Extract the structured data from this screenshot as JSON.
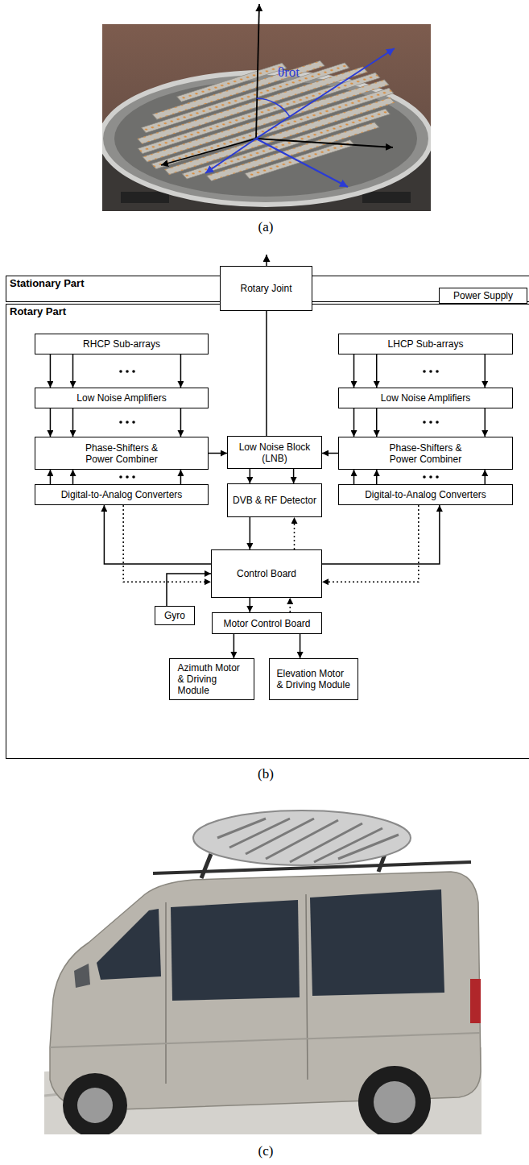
{
  "diagram": {
    "nodes": [
      {
        "text": [
          "Stationary Part"
        ]
      },
      {
        "text": [
          "Rotary Joint"
        ]
      },
      {
        "text": [
          "Power Supply"
        ],
        "in": 0
      },
      {
        "text": [
          "Rotary Part"
        ]
      },
      {
        "text": [
          "RHCP Sub-arrays"
        ],
        "in": 3
      },
      {
        "text": [
          "LHCP Sub-arrays"
        ],
        "in": 3
      },
      {
        "text": [
          "Low Noise Amplifiers"
        ],
        "in": 3
      },
      {
        "text": [
          "Low Noise Amplifiers"
        ],
        "in": 3
      },
      {
        "text": [
          "Phase-Shifters & Power Combiner"
        ],
        "in": 3
      },
      {
        "text": [
          "Low Noise Block (LNB)"
        ],
        "in": 3
      },
      {
        "text": [
          "Phase-Shifters & Power Combiner"
        ],
        "in": 3
      },
      {
        "text": [
          "Digital-to-Analog Converters"
        ],
        "in": 3
      },
      {
        "text": [
          "DVB & RF Detector"
        ],
        "in": 3
      },
      {
        "text": [
          "Digital-to-Analog Converters"
        ],
        "in": 3
      },
      {
        "text": [
          "Control Board"
        ],
        "in": 3
      },
      {
        "text": [
          "Gyro"
        ],
        "in": 3
      },
      {
        "text": [
          "Motor Control Board"
        ],
        "in": 3
      },
      {
        "text": [
          "Azimuth Motor & Driving Module"
        ],
        "in": 3
      },
      {
        "text": [
          "Elevation Motor & Driving Module"
        ],
        "in": 3
      }
    ],
    "edges": [
      {
        "from": 4,
        "to": 6,
        "arrow": "to"
      },
      {
        "from": 4,
        "to": 6,
        "arrow": "to"
      },
      {
        "from": 4,
        "to": 6,
        "arrow": "to"
      },
      {
        "from": 5,
        "to": 7,
        "arrow": "to"
      },
      {
        "from": 5,
        "to": 7,
        "arrow": "to"
      },
      {
        "from": 5,
        "to": 7,
        "arrow": "to"
      },
      {
        "from": 6,
        "to": 8,
        "arrow": "to"
      },
      {
        "from": 6,
        "to": 8,
        "arrow": "to"
      },
      {
        "from": 6,
        "to": 8,
        "arrow": "to"
      },
      {
        "from": 7,
        "to": 10,
        "arrow": "to"
      },
      {
        "from": 7,
        "to": 10,
        "arrow": "to"
      },
      {
        "from": 7,
        "to": 10,
        "arrow": "to"
      },
      {
        "from": 11,
        "to": 8,
        "arrow": "to"
      },
      {
        "from": 11,
        "to": 8,
        "arrow": "to"
      },
      {
        "from": 11,
        "to": 8,
        "arrow": "to"
      },
      {
        "from": 13,
        "to": 10,
        "arrow": "to"
      },
      {
        "from": 13,
        "to": 10,
        "arrow": "to"
      },
      {
        "from": 13,
        "to": 10,
        "arrow": "to"
      },
      {
        "from": 8,
        "to": 9,
        "arrow": "to"
      },
      {
        "from": 10,
        "to": 9,
        "arrow": "to"
      },
      {
        "from": 9,
        "to": 1,
        "arrow": "none"
      },
      {
        "from": 9,
        "to": 12,
        "arrow": "to"
      },
      {
        "from": 9,
        "to": 12,
        "arrow": "to"
      },
      {
        "from": 12,
        "to": 14,
        "arrow": "to"
      },
      {
        "from": 14,
        "to": 12,
        "arrow": "to"
      },
      {
        "from": 14,
        "to": 11,
        "arrow": "to"
      },
      {
        "from": 11,
        "to": 14,
        "arrow": "to"
      },
      {
        "from": 14,
        "to": 13,
        "arrow": "to"
      },
      {
        "from": 13,
        "to": 14,
        "arrow": "to"
      },
      {
        "from": 15,
        "to": 14,
        "arrow": "to"
      },
      {
        "from": 14,
        "to": 16,
        "arrow": "to"
      },
      {
        "from": 16,
        "to": 14,
        "arrow": "to"
      },
      {
        "from": 16,
        "to": 17,
        "arrow": "to"
      },
      {
        "from": 16,
        "to": 18,
        "arrow": "to"
      }
    ],
    "labels": [
      "θrot",
      "(a)",
      "(b)",
      "(c)"
    ]
  }
}
